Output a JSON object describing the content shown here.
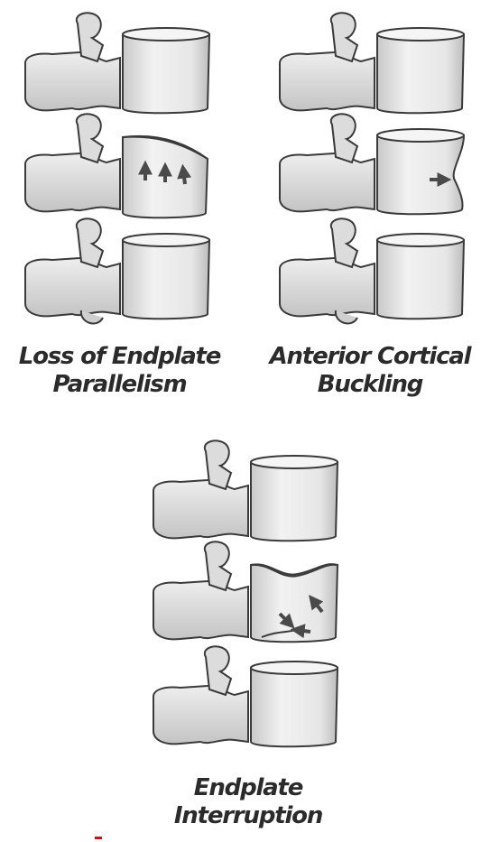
{
  "panels": [
    {
      "id": "loss-of-endplate-parallelism",
      "caption_lines": [
        "Loss of Endplate",
        "Parallelism"
      ]
    },
    {
      "id": "anterior-cortical-buckling",
      "caption_lines": [
        "Anterior Cortical",
        "Buckling"
      ]
    },
    {
      "id": "endplate-interruption",
      "caption_lines": [
        "Endplate",
        "Interruption"
      ]
    }
  ],
  "colors": {
    "bone_fill": "#e8e8e8",
    "bone_stroke": "#3a3a3a",
    "shadow": "#b9b9b9",
    "arrow": "#4a4a4a",
    "caption": "#2b2b2b",
    "accent_mark": "#c1121f"
  }
}
